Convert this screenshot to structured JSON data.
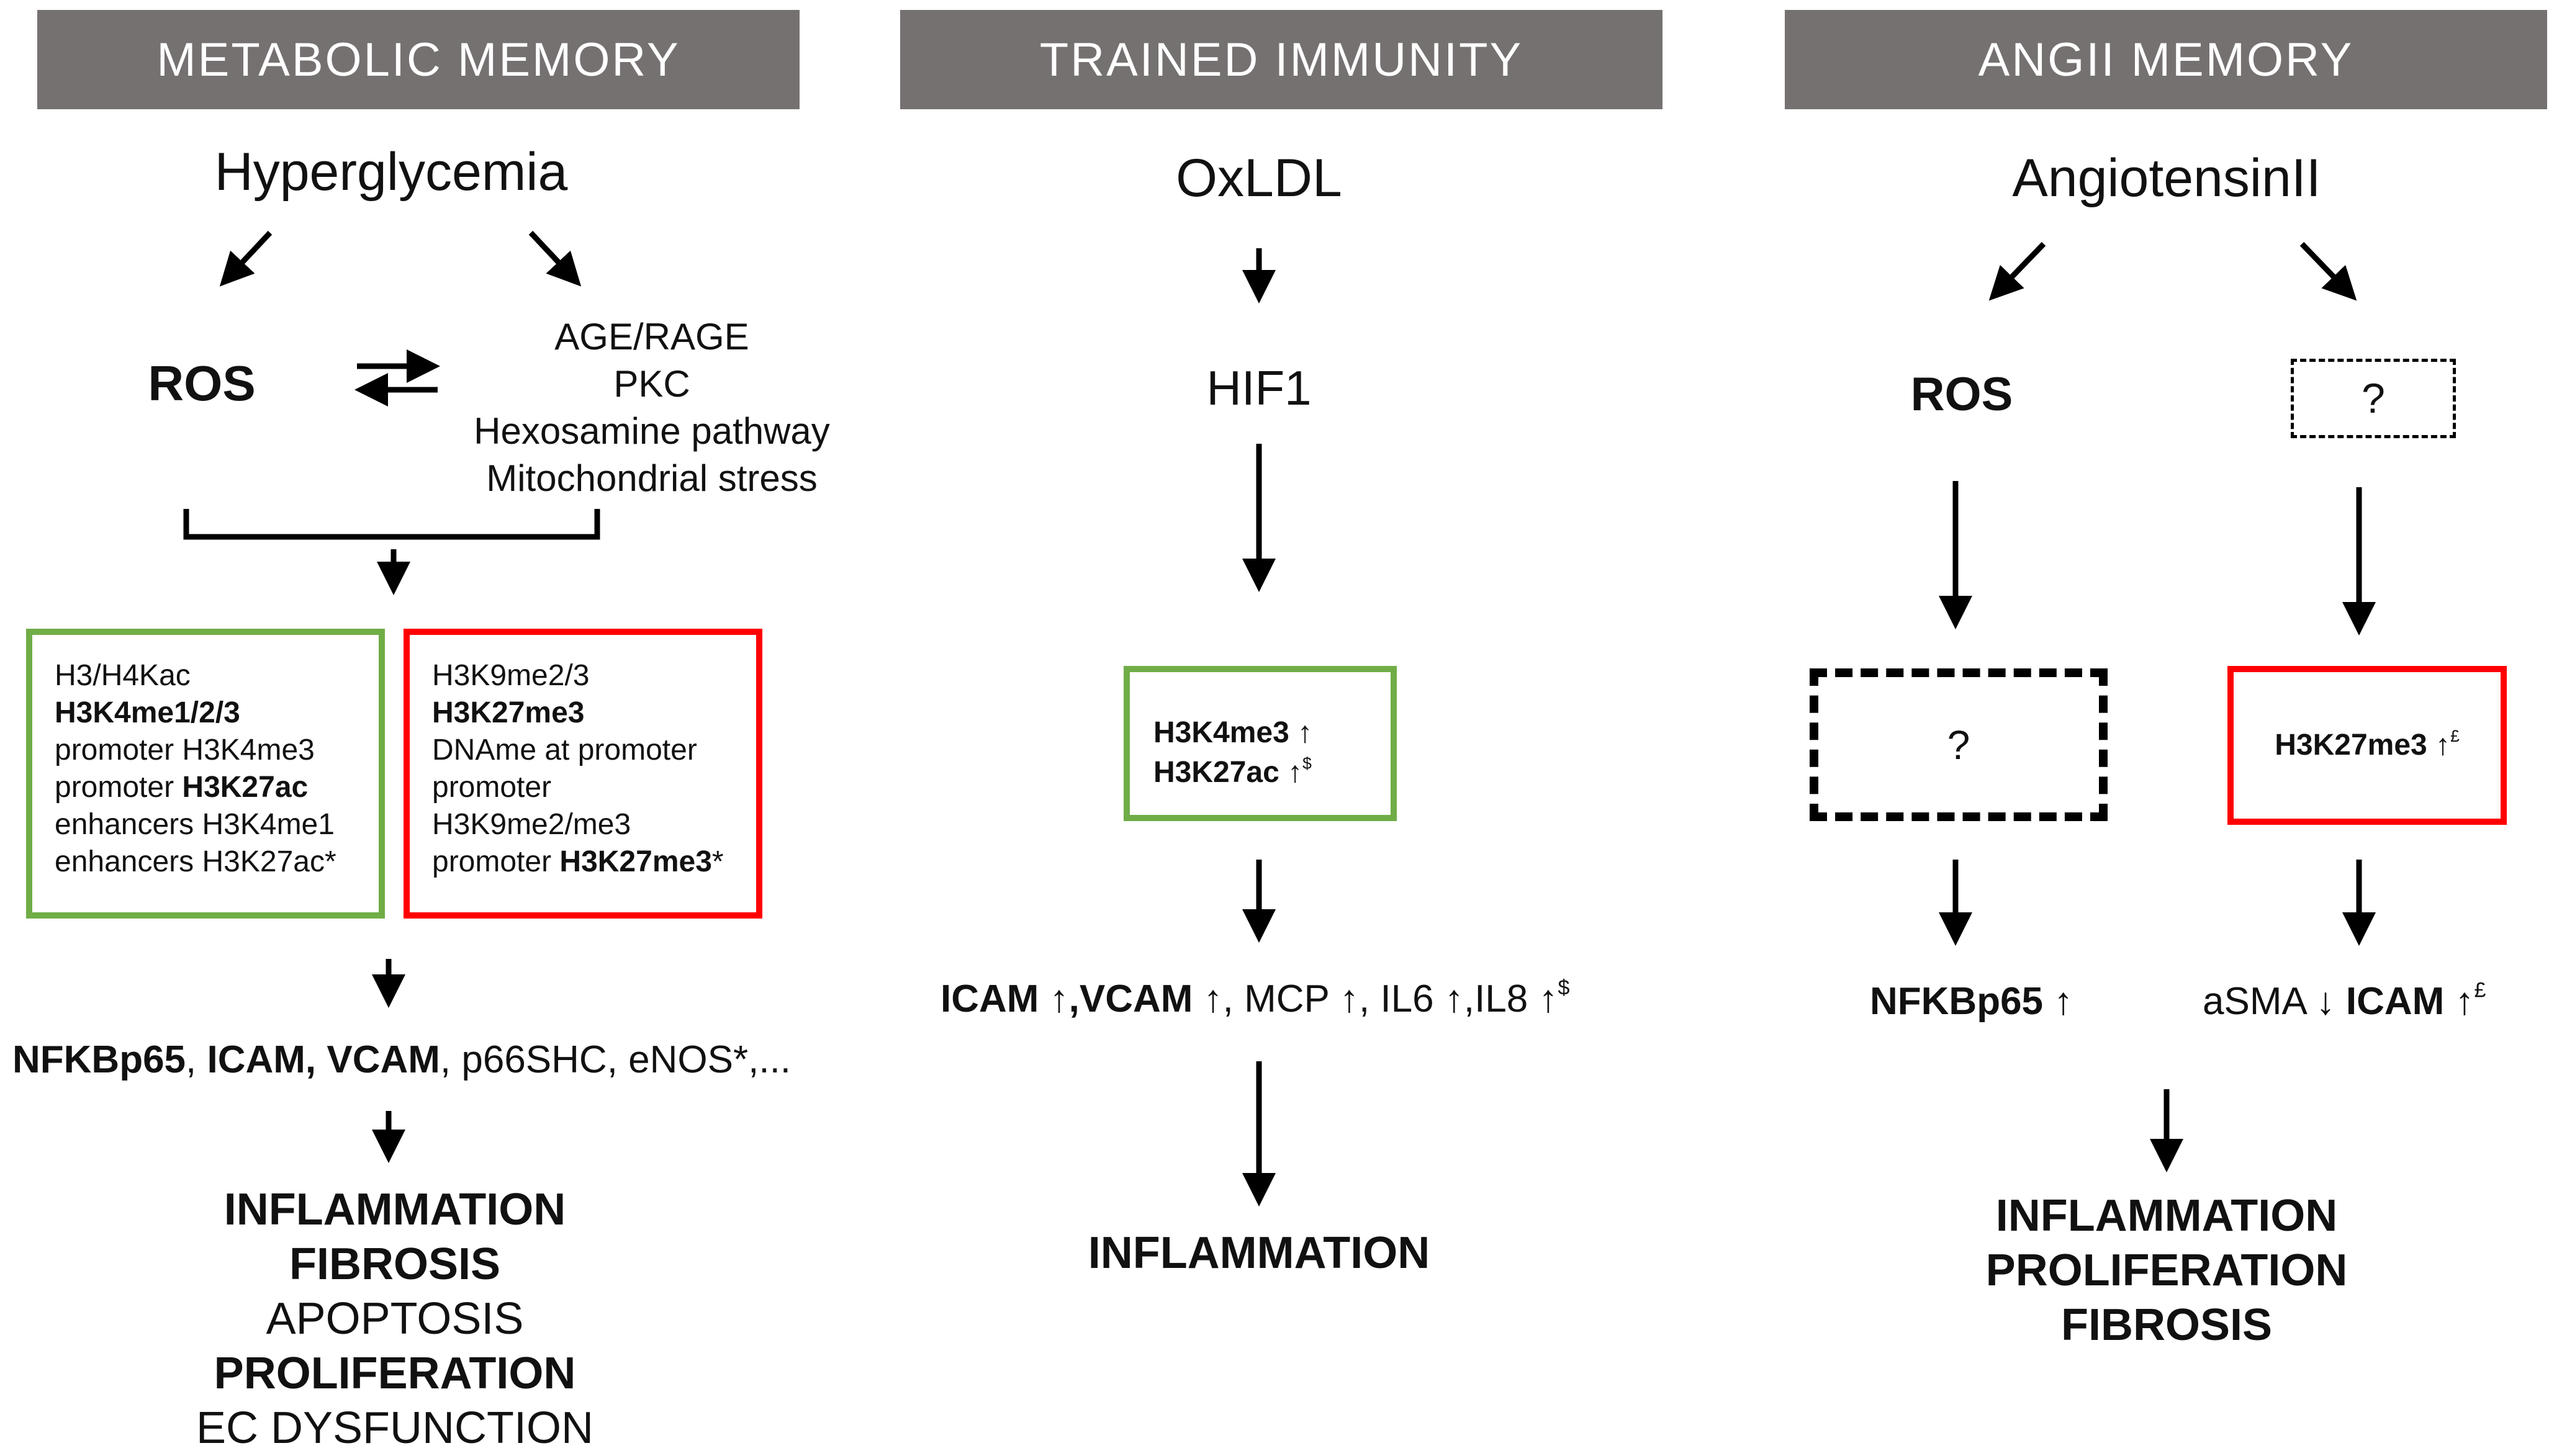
{
  "colors": {
    "header_bg": "#767171",
    "green_box": "#70ad47",
    "red_box": "#ff0000",
    "dashed_box": "#000000"
  },
  "metabolic": {
    "header": "METABOLIC MEMORY",
    "trigger": "Hyperglycemia",
    "ros": "ROS",
    "pathways": [
      "AGE/RAGE",
      "PKC",
      "Hexosamine pathway",
      "Mitochondrial stress"
    ],
    "green_box": [
      {
        "parts": [
          {
            "t": "H3/H4Kac",
            "b": false
          }
        ]
      },
      {
        "parts": [
          {
            "t": "H3K4me1/2/3",
            "b": true
          }
        ]
      },
      {
        "parts": [
          {
            "t": "promoter H3K4me3",
            "b": false
          }
        ]
      },
      {
        "parts": [
          {
            "t": "promoter ",
            "b": false
          },
          {
            "t": "H3K27ac",
            "b": true
          }
        ]
      },
      {
        "parts": [
          {
            "t": "enhancers H3K4me1",
            "b": false
          }
        ]
      },
      {
        "parts": [
          {
            "t": "enhancers H3K27ac*",
            "b": false
          }
        ]
      }
    ],
    "red_box": [
      {
        "parts": [
          {
            "t": "H3K9me2/3",
            "b": false
          }
        ]
      },
      {
        "parts": [
          {
            "t": "H3K27me3",
            "b": true
          }
        ]
      },
      {
        "parts": [
          {
            "t": "DNAme at promoter",
            "b": false
          }
        ]
      },
      {
        "parts": [
          {
            "t": "promoter",
            "b": false
          }
        ]
      },
      {
        "parts": [
          {
            "t": "H3K9me2/me3",
            "b": false
          }
        ]
      },
      {
        "parts": [
          {
            "t": "promoter ",
            "b": false
          },
          {
            "t": "H3K27me3",
            "b": true
          },
          {
            "t": "*",
            "b": false
          }
        ]
      }
    ],
    "targets": [
      {
        "t": "NFKBp65",
        "b": true
      },
      {
        "t": ", ",
        "b": false
      },
      {
        "t": "ICAM, VCAM",
        "b": true
      },
      {
        "t": ", p66SHC, eNOS*,...",
        "b": false
      }
    ],
    "outcomes": [
      {
        "t": "INFLAMMATION",
        "b": true
      },
      {
        "t": "FIBROSIS",
        "b": true
      },
      {
        "t": "APOPTOSIS",
        "b": false
      },
      {
        "t": "PROLIFERATION",
        "b": true
      },
      {
        "t": "EC DYSFUNCTION",
        "b": false
      }
    ]
  },
  "trained": {
    "header": "TRAINED IMMUNITY",
    "trigger": "OxLDL",
    "mediator": "HIF1",
    "green_box": [
      {
        "parts": [
          {
            "t": "H3K4me3",
            "b": true
          },
          {
            "t": " ↑",
            "b": false
          }
        ]
      },
      {
        "parts": [
          {
            "t": "H3K27ac",
            "b": true
          },
          {
            "t": " ↑",
            "b": false
          },
          {
            "t": "$",
            "b": false,
            "sup": true
          }
        ]
      }
    ],
    "targets": [
      {
        "t": "ICAM ↑,VCAM ↑",
        "b": true
      },
      {
        "t": ", MCP ↑, IL6 ↑,IL8 ↑",
        "b": false
      },
      {
        "t": "$",
        "b": false,
        "sup": true
      }
    ],
    "outcomes": [
      {
        "t": "INFLAMMATION",
        "b": true
      }
    ]
  },
  "angii": {
    "header": "ANGII MEMORY",
    "trigger": "AngiotensinII",
    "ros": "ROS",
    "unknown_small": "?",
    "unknown_large": "?",
    "red_box": [
      {
        "parts": [
          {
            "t": "H3K27me3",
            "b": true
          },
          {
            "t": " ↑",
            "b": false
          },
          {
            "t": "£",
            "b": false,
            "sup": true
          }
        ]
      }
    ],
    "left_target": [
      {
        "t": "NFKBp65",
        "b": true
      },
      {
        "t": " ↑",
        "b": false
      }
    ],
    "right_target": [
      {
        "t": "aSMA ↓ ",
        "b": false
      },
      {
        "t": "ICAM ↑",
        "b": true
      },
      {
        "t": "£",
        "b": false,
        "sup": true
      }
    ],
    "outcomes": [
      {
        "t": "INFLAMMATION",
        "b": true
      },
      {
        "t": "PROLIFERATION",
        "b": true
      },
      {
        "t": "FIBROSIS",
        "b": true
      }
    ]
  }
}
